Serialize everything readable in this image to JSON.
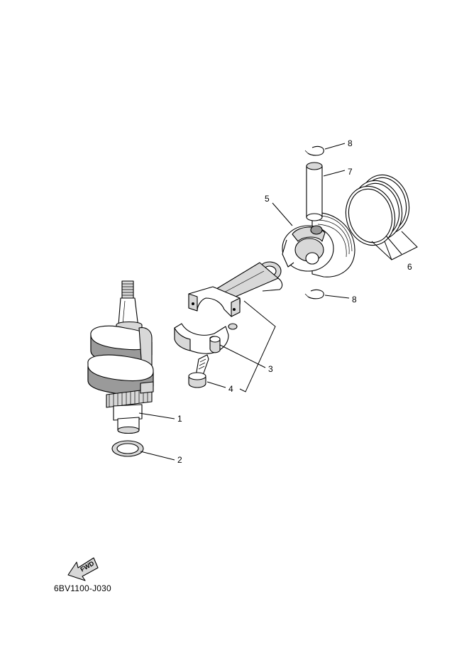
{
  "drawing": {
    "code": "6BV1100-J030",
    "fwd_label": "FWD"
  },
  "callouts": [
    {
      "number": "1",
      "part": "crankshaft"
    },
    {
      "number": "2",
      "part": "washer"
    },
    {
      "number": "3",
      "part": "connecting-rod"
    },
    {
      "number": "4",
      "part": "rod-bolt"
    },
    {
      "number": "5",
      "part": "piston"
    },
    {
      "number": "6",
      "part": "piston-ring-set"
    },
    {
      "number": "7",
      "part": "piston-pin"
    },
    {
      "number": "8",
      "part": "pin-clip"
    }
  ]
}
